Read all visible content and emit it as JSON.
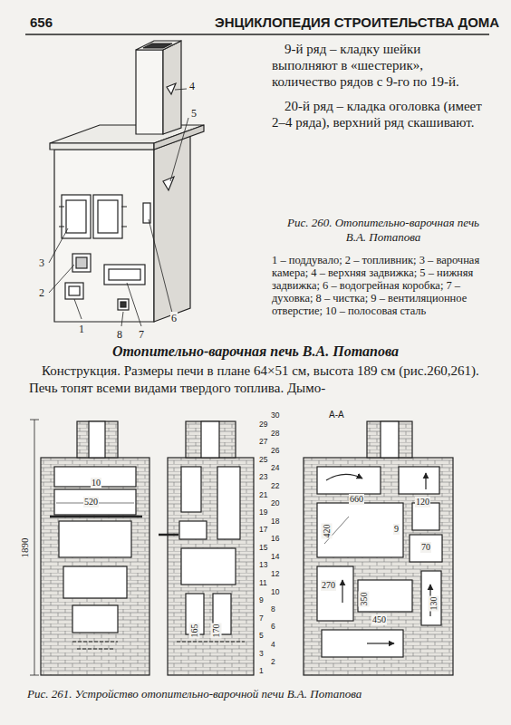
{
  "diagram": {
    "title": "Отопительно-варочная печь В.А. Потапова",
    "caption": "Рис. 261. Устройство отопительно-варочной печи В.А. Потапова",
    "labels": [
      "656",
      "ЭНЦИКЛОПЕДИЯ СТРОИТЕЛЬСТВА ДОМА",
      "9-й ряд – кладку шейки выполняют в «шестерик», количество рядов с 9-го по 19-й.",
      "20-й ряд – кладка оголовка (имеет 2–4 ряда), верхний ряд скашивают.",
      "4",
      "5",
      "3",
      "2",
      "1",
      "8",
      "7",
      "6",
      "Рис. 260. Отопительно-варочная печь В.А. Потапова",
      "1 – поддувало; 2 – топливник; 3 – варочная камера; 4 – верхняя задвижка; 5 – нижняя задвижка; 6 – водогрейная коробка; 7 – духовка; 8 – чистка; 9 – вентиляционное отверстие; 10 – полосовая сталь",
      "Конструкция. Размеры печи в плане 64×51 см, высота 189 см (рис.260,261). Печь топят всеми видами твердого топлива. Дымо-",
      "1890",
      "10",
      "520",
      "165",
      "170",
      "30",
      "29",
      "28",
      "27",
      "26",
      "25",
      "24",
      "23",
      "22",
      "21",
      "20",
      "19",
      "18",
      "17",
      "16",
      "15",
      "14",
      "13",
      "12",
      "11",
      "10",
      "9",
      "8",
      "7",
      "6",
      "5",
      "4",
      "3",
      "2",
      "1",
      "А-А",
      "120",
      "420",
      "660",
      "9",
      "70",
      "270",
      "350",
      "450",
      "130"
    ]
  }
}
